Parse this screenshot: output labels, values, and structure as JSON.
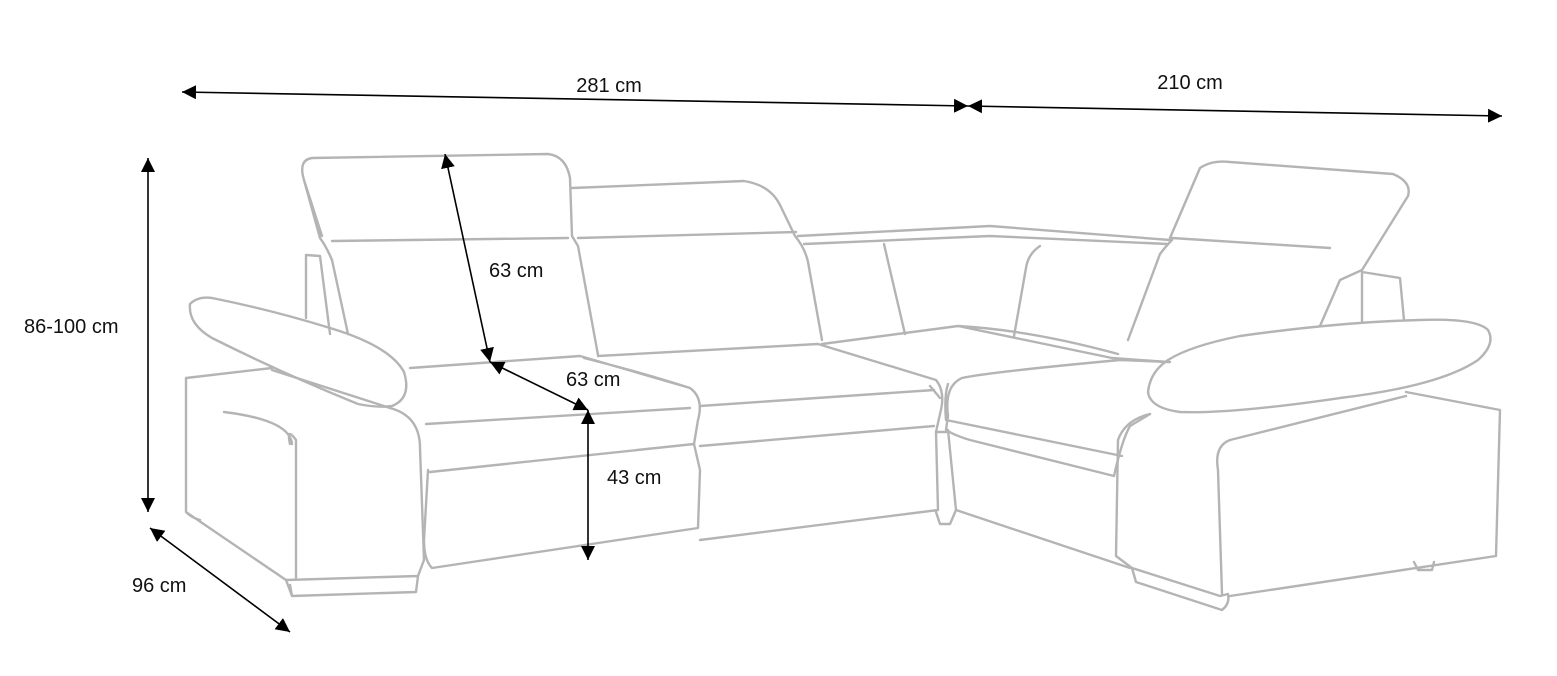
{
  "colors": {
    "outline": "#b4b4b4",
    "dimension": "#000000",
    "background": "#ffffff"
  },
  "dimensions": {
    "width_left": "281 cm",
    "width_right": "210 cm",
    "total_height": "86-100 cm",
    "backrest_height": "63 cm",
    "seat_depth": "63 cm",
    "seat_height": "43 cm",
    "depth": "96 cm"
  }
}
